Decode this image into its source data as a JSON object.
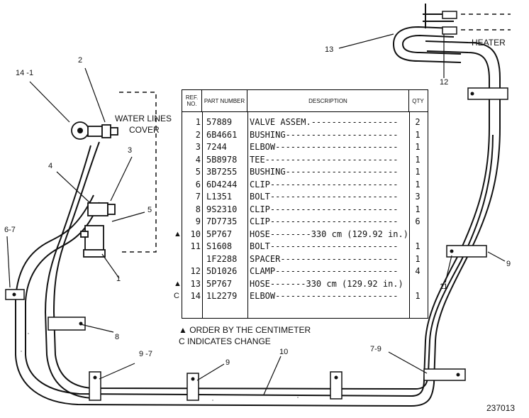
{
  "callouts": {
    "c14_1": "14 -1",
    "c2": "2",
    "c3": "3",
    "c4": "4",
    "c5": "5",
    "c1": "1",
    "c6_7": "6-7",
    "c8": "8",
    "c9_7": "9 -7",
    "c9_bottom": "9",
    "c10": "10",
    "c7_9": "7-9",
    "c11": "11",
    "c9_right": "9",
    "c12": "12",
    "c13": "13"
  },
  "labels": {
    "water_lines": "WATER LINES",
    "cover": "COVER",
    "heater": "HEATER",
    "figure_number": "237013"
  },
  "table": {
    "headers": {
      "ref": "REF. NO.",
      "part": "PART NUMBER",
      "desc": "DESCRIPTION",
      "qty": "QTY"
    },
    "rows": [
      {
        "mark": "",
        "ref": "1",
        "part": "57889",
        "desc": "VALVE ASSEM.-----------------",
        "qty": "2"
      },
      {
        "mark": "",
        "ref": "2",
        "part": "6B4661",
        "desc": "BUSHING----------------------",
        "qty": "1"
      },
      {
        "mark": "",
        "ref": "3",
        "part": "7244",
        "desc": "ELBOW------------------------",
        "qty": "1"
      },
      {
        "mark": "",
        "ref": "4",
        "part": "5B8978",
        "desc": "TEE--------------------------",
        "qty": "1"
      },
      {
        "mark": "",
        "ref": "5",
        "part": "3B7255",
        "desc": "BUSHING----------------------",
        "qty": "1"
      },
      {
        "mark": "",
        "ref": "6",
        "part": "6D4244",
        "desc": "CLIP-------------------------",
        "qty": "1"
      },
      {
        "mark": "",
        "ref": "7",
        "part": "L1351",
        "desc": "BOLT-------------------------",
        "qty": "3"
      },
      {
        "mark": "",
        "ref": "8",
        "part": "9S2310",
        "desc": "CLIP-------------------------",
        "qty": "1"
      },
      {
        "mark": "",
        "ref": "9",
        "part": "7D7735",
        "desc": "CLIP-------------------------",
        "qty": "6"
      },
      {
        "mark": "▲",
        "ref": "10",
        "part": "5P767",
        "desc": "HOSE--------330 cm (129.92 in.)",
        "qty": ""
      },
      {
        "mark": "",
        "ref": "11",
        "part": "S1608",
        "desc": "BOLT-------------------------",
        "qty": "1"
      },
      {
        "mark": "",
        "ref": "",
        "part": "1F2288",
        "desc": "SPACER-----------------------",
        "qty": "1"
      },
      {
        "mark": "",
        "ref": "12",
        "part": "5D1026",
        "desc": "CLAMP------------------------",
        "qty": "4"
      },
      {
        "mark": "▲",
        "ref": "13",
        "part": "5P767",
        "desc": "HOSE-------330 cm (129.92 in.)",
        "qty": ""
      },
      {
        "mark": "C",
        "ref": "14",
        "part": "1L2279",
        "desc": "ELBOW------------------------",
        "qty": "1"
      }
    ]
  },
  "legend": {
    "line1": "▲ ORDER BY THE CENTIMETER",
    "line2": "C INDICATES CHANGE"
  }
}
